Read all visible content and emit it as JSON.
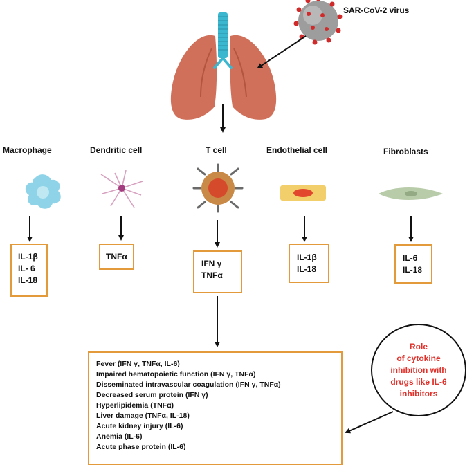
{
  "virus_label": "SAR-CoV-2 virus",
  "cells": [
    {
      "name": "Macrophage",
      "cytokines": [
        "IL-1β",
        "IL- 6",
        "IL-18"
      ]
    },
    {
      "name": "Dendritic cell",
      "cytokines": [
        "TNFα"
      ]
    },
    {
      "name": "T cell",
      "cytokines": [
        "IFN γ",
        "TNFα"
      ]
    },
    {
      "name": "Endothelial cell",
      "cytokines": [
        "IL-1β",
        "IL-18"
      ]
    },
    {
      "name": "Fibroblasts",
      "cytokines": [
        "IL-6",
        "IL-18"
      ]
    }
  ],
  "effects": [
    "Fever  (IFN γ, TNFα, IL-6)",
    "Impaired hematopoietic function (IFN γ, TNFα)",
    "Disseminated intravascular coagulation (IFN γ, TNFα)",
    "Decreased serum protein (IFN γ)",
    "Hyperlipidemia  (TNFα)",
    "Liver damage (TNFα, IL-18)",
    "Acute kidney injury (IL-6)",
    "Anemia (IL-6)",
    "Acute phase protein (IL-6)"
  ],
  "role_lines": [
    "Role",
    "of cytokine",
    "inhibition with",
    "drugs like IL-6",
    "inhibitors"
  ],
  "colors": {
    "box_border": "#e39a3a",
    "role_text": "#e0312b",
    "lung": "#d0705a",
    "trachea": "#3bb8d0"
  }
}
